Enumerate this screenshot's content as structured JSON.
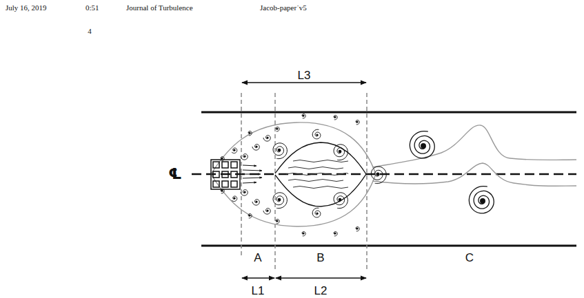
{
  "diagram": {
    "labels": [
      "July 16, 2019",
      "0:51",
      "Journal of Turbulence",
      "Jacob-paper˙v5",
      "4",
      "L3",
      "℄",
      "A",
      "B",
      "C",
      "L1",
      "L2"
    ]
  }
}
